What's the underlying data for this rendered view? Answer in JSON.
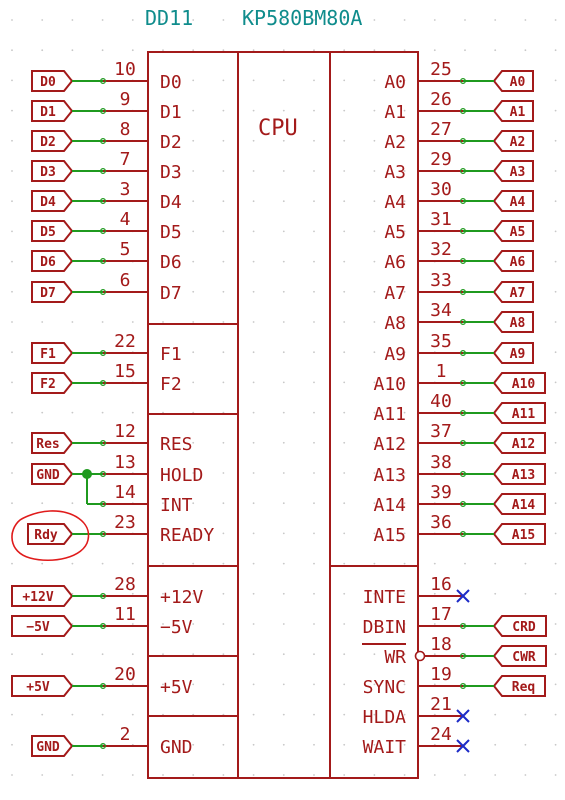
{
  "title": {
    "ref": "DD11",
    "part": "КР580ВМ80А"
  },
  "chip": {
    "label": "CPU"
  },
  "left_pins": [
    {
      "num": "10",
      "name": "D0",
      "net": "D0"
    },
    {
      "num": "9",
      "name": "D1",
      "net": "D1"
    },
    {
      "num": "8",
      "name": "D2",
      "net": "D2"
    },
    {
      "num": "7",
      "name": "D3",
      "net": "D3"
    },
    {
      "num": "3",
      "name": "D4",
      "net": "D4"
    },
    {
      "num": "4",
      "name": "D5",
      "net": "D5"
    },
    {
      "num": "5",
      "name": "D6",
      "net": "D6"
    },
    {
      "num": "6",
      "name": "D7",
      "net": "D7"
    },
    {
      "num": "22",
      "name": "F1",
      "net": "F1"
    },
    {
      "num": "15",
      "name": "F2",
      "net": "F2"
    },
    {
      "num": "12",
      "name": "RES",
      "net": "Res"
    },
    {
      "num": "13",
      "name": "HOLD",
      "net": "GND"
    },
    {
      "num": "14",
      "name": "INT",
      "net": ""
    },
    {
      "num": "23",
      "name": "READY",
      "net": "Rdy"
    },
    {
      "num": "28",
      "name": "+12V",
      "net": "+12V"
    },
    {
      "num": "11",
      "name": "−5V",
      "net": "−5V"
    },
    {
      "num": "20",
      "name": "+5V",
      "net": "+5V"
    },
    {
      "num": "2",
      "name": "GND",
      "net": "GND"
    }
  ],
  "right_pins": [
    {
      "num": "25",
      "name": "A0",
      "net": "A0"
    },
    {
      "num": "26",
      "name": "A1",
      "net": "A1"
    },
    {
      "num": "27",
      "name": "A2",
      "net": "A2"
    },
    {
      "num": "29",
      "name": "A3",
      "net": "A3"
    },
    {
      "num": "30",
      "name": "A4",
      "net": "A4"
    },
    {
      "num": "31",
      "name": "A5",
      "net": "A5"
    },
    {
      "num": "32",
      "name": "A6",
      "net": "A6"
    },
    {
      "num": "33",
      "name": "A7",
      "net": "A7"
    },
    {
      "num": "34",
      "name": "A8",
      "net": "A8"
    },
    {
      "num": "35",
      "name": "A9",
      "net": "A9"
    },
    {
      "num": "1",
      "name": "A10",
      "net": "A10"
    },
    {
      "num": "40",
      "name": "A11",
      "net": "A11"
    },
    {
      "num": "37",
      "name": "A12",
      "net": "A12"
    },
    {
      "num": "38",
      "name": "A13",
      "net": "A13"
    },
    {
      "num": "39",
      "name": "A14",
      "net": "A14"
    },
    {
      "num": "36",
      "name": "A15",
      "net": "A15"
    },
    {
      "num": "16",
      "name": "INTE",
      "net": ""
    },
    {
      "num": "17",
      "name": "DBIN",
      "net": "CRD"
    },
    {
      "num": "18",
      "name": "WR",
      "net": "CWR"
    },
    {
      "num": "19",
      "name": "SYNC",
      "net": "Req"
    },
    {
      "num": "21",
      "name": "HLDA",
      "net": ""
    },
    {
      "num": "24",
      "name": "WAIT",
      "net": ""
    }
  ]
}
